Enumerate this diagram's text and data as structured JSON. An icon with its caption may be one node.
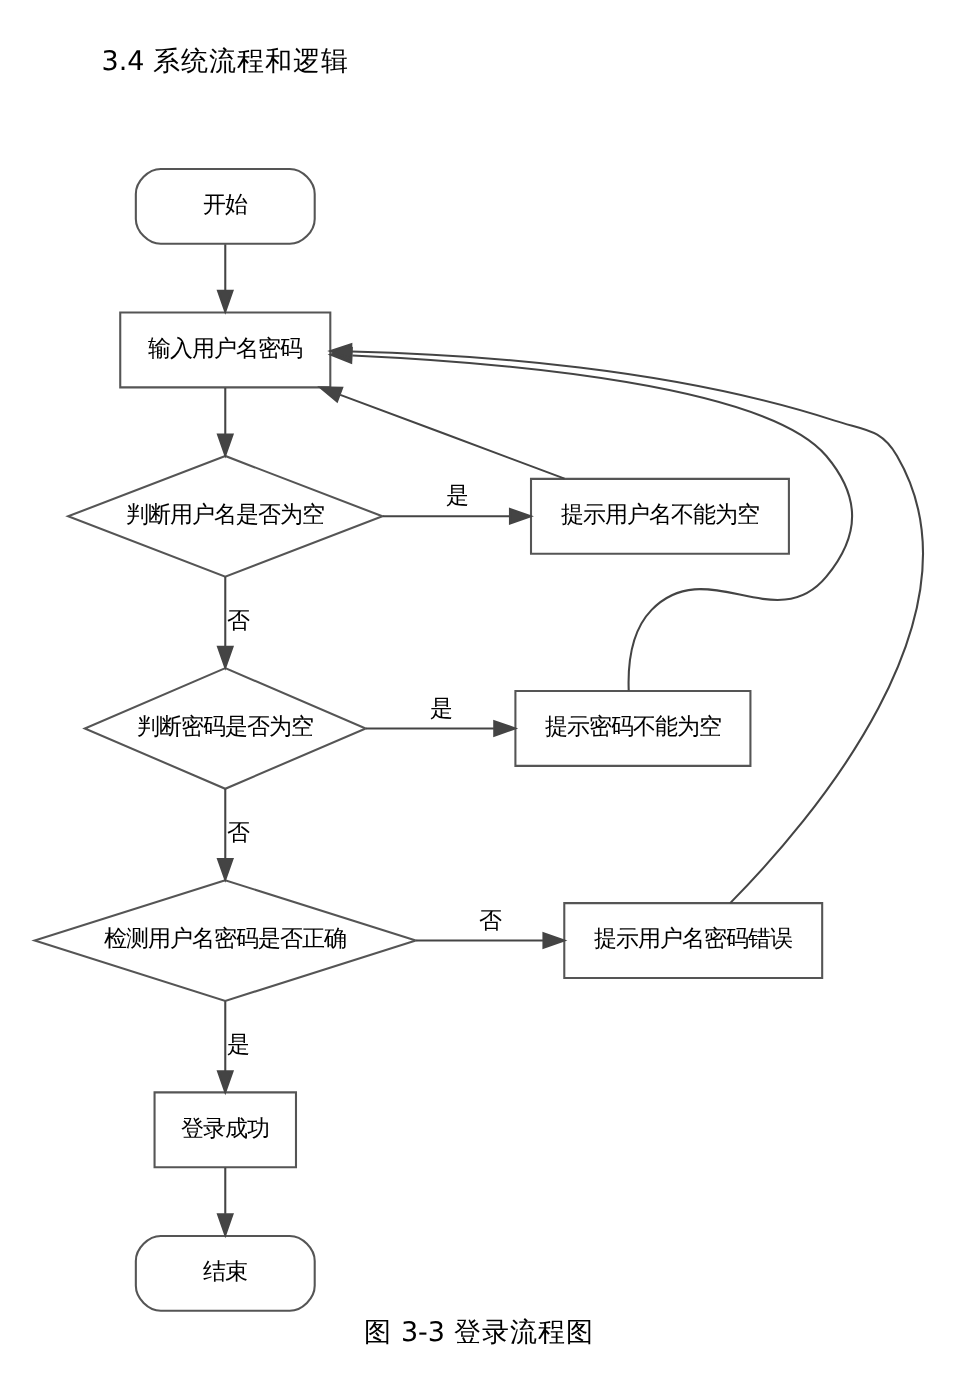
{
  "diagram": {
    "title": "3.4 系统流程和逻辑",
    "caption": "图 3-3 登录流程图",
    "nodes": [
      {
        "text": [
          "开始"
        ]
      },
      {
        "text": [
          "输入用户名密码"
        ]
      },
      {
        "text": [
          "判断用户名是否为空"
        ]
      },
      {
        "text": [
          "提示用户名不能为空"
        ]
      },
      {
        "text": [
          "判断密码是否为空"
        ]
      },
      {
        "text": [
          "提示密码不能为空"
        ]
      },
      {
        "text": [
          "检测用户名密码是否正确"
        ]
      },
      {
        "text": [
          "提示用户名密码错误"
        ]
      },
      {
        "text": [
          "登录成功"
        ]
      },
      {
        "text": [
          "结束"
        ]
      }
    ],
    "edges": [
      {
        "from": 0,
        "to": 1,
        "arrow": "to"
      },
      {
        "from": 1,
        "to": 2,
        "arrow": "to"
      },
      {
        "from": 2,
        "to": 3,
        "arrow": "to",
        "label": "是"
      },
      {
        "from": 3,
        "to": 1,
        "arrow": "to"
      },
      {
        "from": 2,
        "to": 4,
        "arrow": "to",
        "label": "否"
      },
      {
        "from": 4,
        "to": 5,
        "arrow": "to",
        "label": "是"
      },
      {
        "from": 5,
        "to": 1,
        "arrow": "to"
      },
      {
        "from": 4,
        "to": 6,
        "arrow": "to",
        "label": "否"
      },
      {
        "from": 6,
        "to": 7,
        "arrow": "to",
        "label": "否"
      },
      {
        "from": 7,
        "to": 1,
        "arrow": "to"
      },
      {
        "from": 6,
        "to": 8,
        "arrow": "to",
        "label": "是"
      },
      {
        "from": 8,
        "to": 9,
        "arrow": "to"
      }
    ]
  }
}
